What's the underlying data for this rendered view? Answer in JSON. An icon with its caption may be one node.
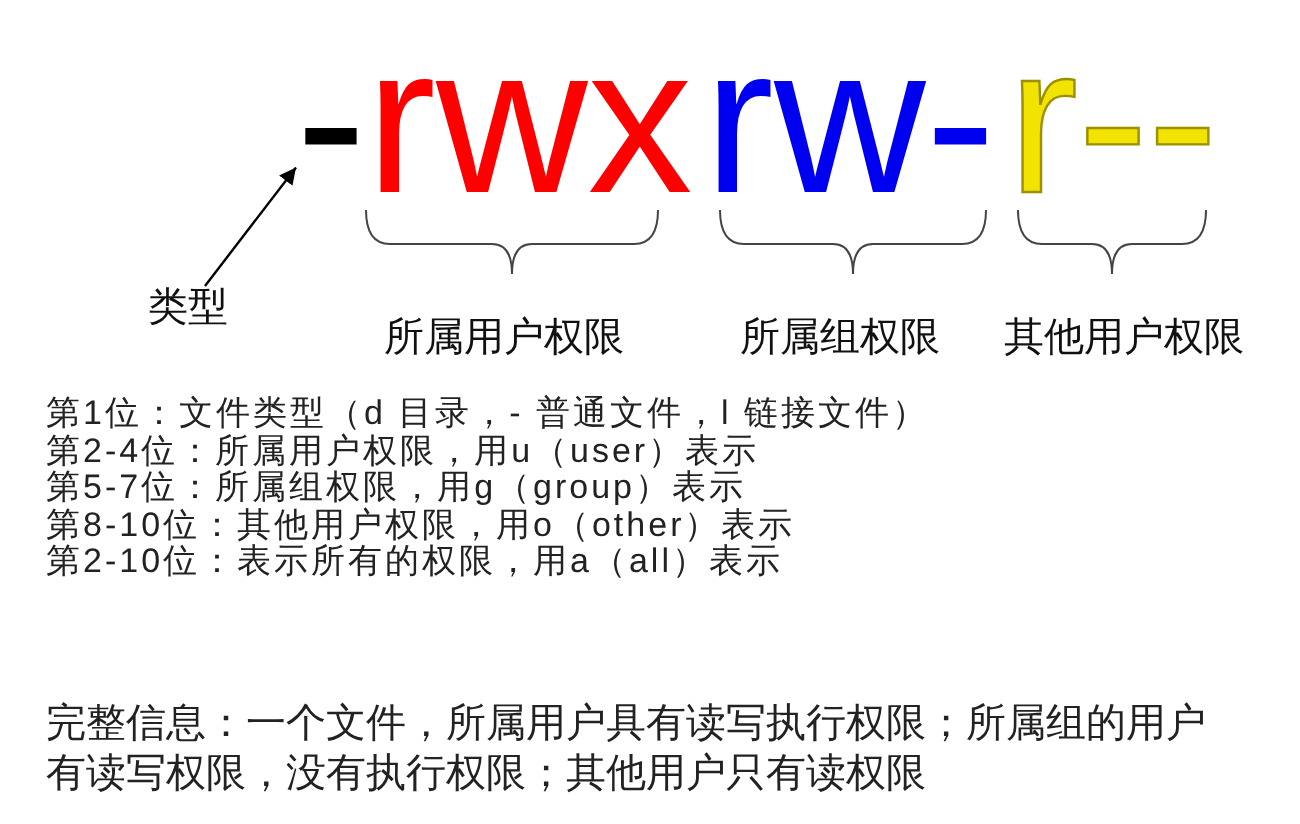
{
  "diagram": {
    "nodes": [
      {
        "text": [
          "类型"
        ]
      },
      {
        "text": [
          "-"
        ]
      }
    ],
    "edges": [
      {
        "from": 0,
        "to": 1,
        "arrow": "to"
      }
    ],
    "labels": [
      "rwx",
      "rw-",
      "r--",
      "所属用户权限",
      "所属组权限",
      "其他用户权限",
      "第1位：文件类型（d 目录，- 普通文件，l 链接文件）",
      "第2-4位：所属用户权限，用u（user）表示",
      "第5-7位：所属组权限，用g（group）表示",
      "第8-10位：其他用户权限，用o（other）表示",
      "第2-10位：表示所有的权限，用a（all）表示",
      "完整信息：一个文件，所属用户具有读写执行权限；所属组的用户有读写权限，没有执行权限；其他用户只有读权限"
    ]
  }
}
